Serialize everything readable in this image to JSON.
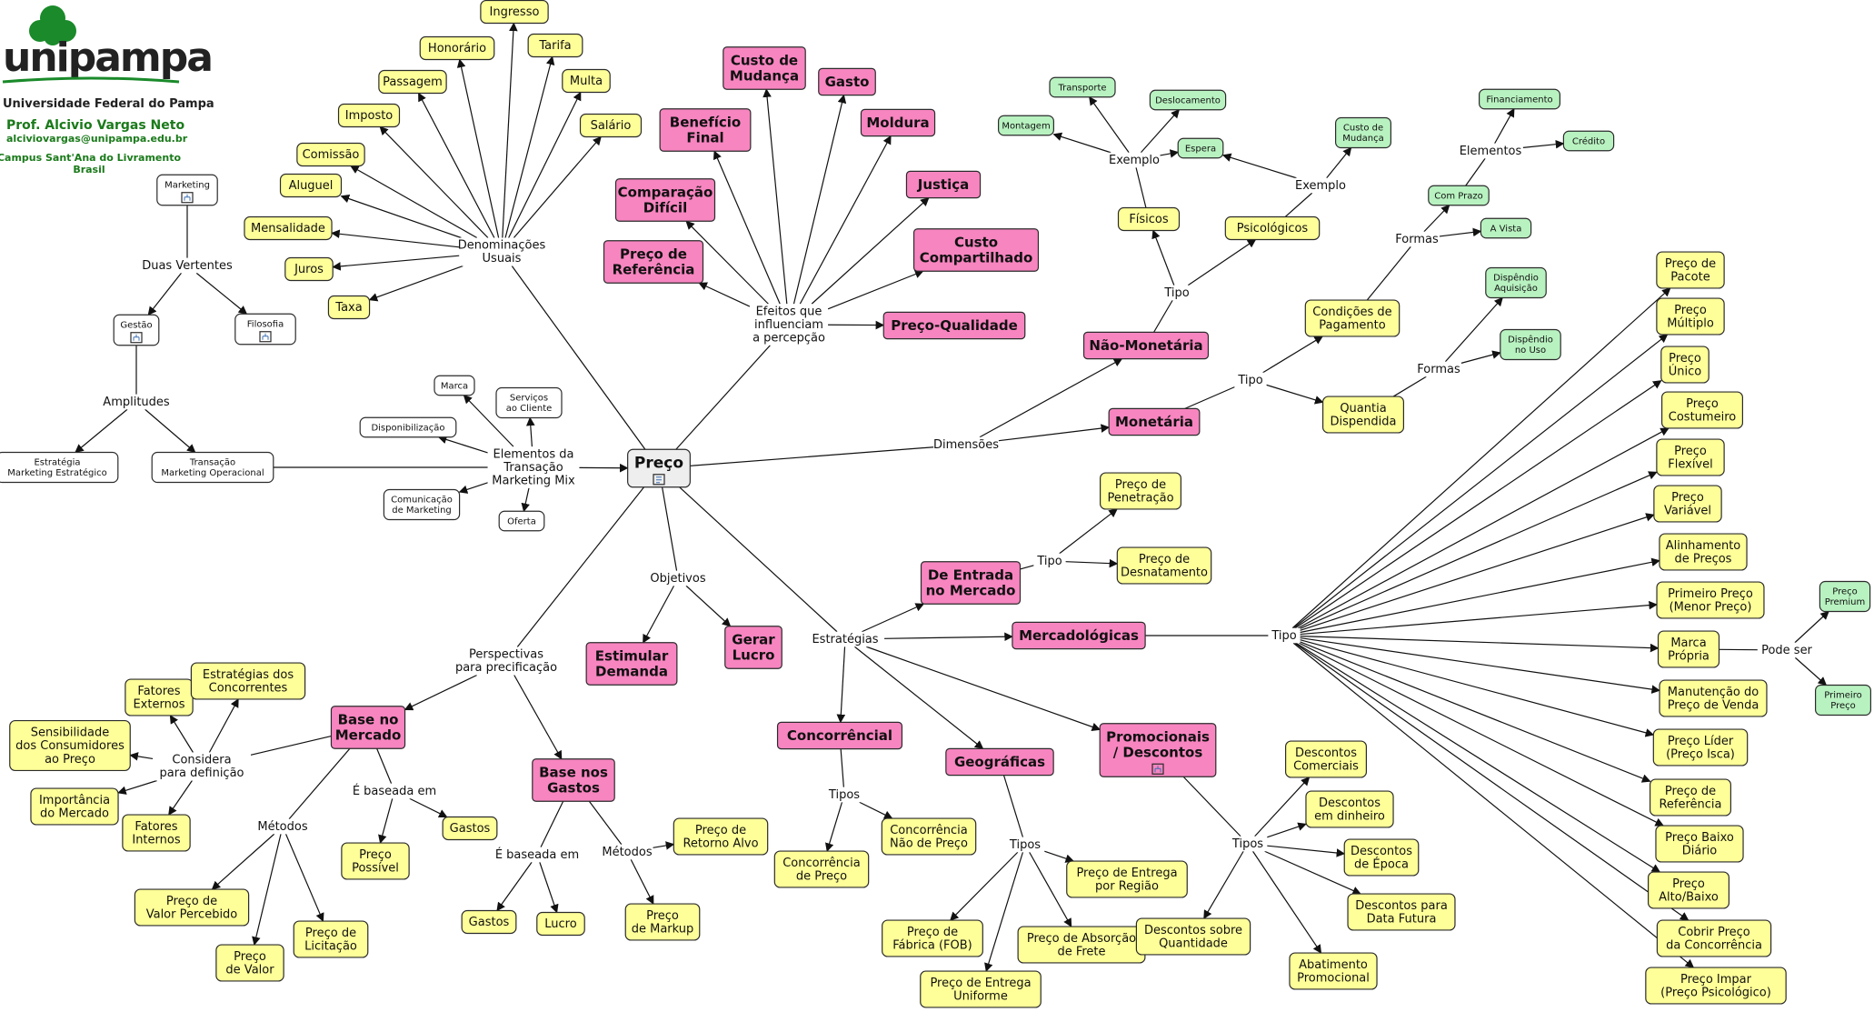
{
  "header": {
    "logo_text": "unipampa",
    "university": "Universidade Federal do Pampa",
    "professor": "Prof. Alcivio Vargas Neto",
    "email": "alciviovargas@unipampa.edu.br",
    "campus_line1": "Campus Sant'Ana do Livramento",
    "campus_line2": "Brasil"
  },
  "colors": {
    "yellow": "#ffff99",
    "pink": "#f785c0",
    "green": "#b8f2c0",
    "root_text": "#e8901a",
    "institution": "#1a7a1a"
  },
  "concepts": [
    {
      "id": "preco",
      "text": "Preço",
      "style": "root"
    },
    {
      "id": "ingresso",
      "text": "Ingresso",
      "style": "yellow"
    },
    {
      "id": "honorario",
      "text": "Honorário",
      "style": "yellow"
    },
    {
      "id": "tarifa",
      "text": "Tarifa",
      "style": "yellow"
    },
    {
      "id": "passagem",
      "text": "Passagem",
      "style": "yellow"
    },
    {
      "id": "multa",
      "text": "Multa",
      "style": "yellow"
    },
    {
      "id": "imposto",
      "text": "Imposto",
      "style": "yellow"
    },
    {
      "id": "salario",
      "text": "Salário",
      "style": "yellow"
    },
    {
      "id": "comissao",
      "text": "Comissão",
      "style": "yellow"
    },
    {
      "id": "aluguel",
      "text": "Aluguel",
      "style": "yellow"
    },
    {
      "id": "mensalidade",
      "text": "Mensalidade",
      "style": "yellow"
    },
    {
      "id": "juros",
      "text": "Juros",
      "style": "yellow"
    },
    {
      "id": "taxa",
      "text": "Taxa",
      "style": "yellow"
    },
    {
      "id": "custo_mudanca",
      "text": "Custo de\nMudança",
      "style": "pink"
    },
    {
      "id": "gasto_p",
      "text": "Gasto",
      "style": "pink"
    },
    {
      "id": "beneficio",
      "text": "Benefício\nFinal",
      "style": "pink"
    },
    {
      "id": "moldura",
      "text": "Moldura",
      "style": "pink"
    },
    {
      "id": "justica",
      "text": "Justiça",
      "style": "pink"
    },
    {
      "id": "comparacao",
      "text": "Comparação\nDifícil",
      "style": "pink"
    },
    {
      "id": "custo_comp",
      "text": "Custo\nCompartilhado",
      "style": "pink"
    },
    {
      "id": "preco_ref_p",
      "text": "Preço de\nReferência",
      "style": "pink"
    },
    {
      "id": "preco_qual",
      "text": "Preço-Qualidade",
      "style": "pink"
    },
    {
      "id": "marketing",
      "text": "Marketing",
      "style": "white"
    },
    {
      "id": "gestao",
      "text": "Gestão",
      "style": "white"
    },
    {
      "id": "filosofia",
      "text": "Filosofia",
      "style": "white"
    },
    {
      "id": "estrategia",
      "text": "Estratégia\nMarketing Estratégico",
      "style": "white"
    },
    {
      "id": "transacao",
      "text": "Transação\nMarketing Operacional",
      "style": "white"
    },
    {
      "id": "marca",
      "text": "Marca",
      "style": "white"
    },
    {
      "id": "servicos",
      "text": "Serviços\nao Cliente",
      "style": "white"
    },
    {
      "id": "disponib",
      "text": "Disponibilização",
      "style": "white"
    },
    {
      "id": "comunicacao",
      "text": "Comunicação\nde Marketing",
      "style": "white"
    },
    {
      "id": "oferta",
      "text": "Oferta",
      "style": "white"
    },
    {
      "id": "transporte",
      "text": "Transporte",
      "style": "green"
    },
    {
      "id": "deslocamento",
      "text": "Deslocamento",
      "style": "green"
    },
    {
      "id": "montagem",
      "text": "Montagem",
      "style": "green"
    },
    {
      "id": "espera",
      "text": "Espera",
      "style": "green"
    },
    {
      "id": "custo_mud_g",
      "text": "Custo de\nMudança",
      "style": "green"
    },
    {
      "id": "fisicos",
      "text": "Físicos",
      "style": "yellow"
    },
    {
      "id": "psicologicos",
      "text": "Psicológicos",
      "style": "yellow"
    },
    {
      "id": "nao_monetaria",
      "text": "Não-Monetária",
      "style": "pink"
    },
    {
      "id": "monetaria",
      "text": "Monetária",
      "style": "pink"
    },
    {
      "id": "financiamento",
      "text": "Financiamento",
      "style": "green"
    },
    {
      "id": "credito",
      "text": "Crédito",
      "style": "green"
    },
    {
      "id": "com_prazo",
      "text": "Com Prazo",
      "style": "green"
    },
    {
      "id": "a_vista",
      "text": "A Vista",
      "style": "green"
    },
    {
      "id": "condicoes",
      "text": "Condições de\nPagamento",
      "style": "yellow"
    },
    {
      "id": "disp_aquis",
      "text": "Dispêndio\nAquisição",
      "style": "green"
    },
    {
      "id": "disp_uso",
      "text": "Dispêndio\nno Uso",
      "style": "green"
    },
    {
      "id": "quantia",
      "text": "Quantia\nDispendida",
      "style": "yellow"
    },
    {
      "id": "penetracao",
      "text": "Preço de\nPenetração",
      "style": "yellow"
    },
    {
      "id": "desnatamento",
      "text": "Preço de\nDesnatamento",
      "style": "yellow"
    },
    {
      "id": "entrada",
      "text": "De Entrada\nno Mercado",
      "style": "pink"
    },
    {
      "id": "mercadologicas",
      "text": "Mercadológicas",
      "style": "pink"
    },
    {
      "id": "concorrencial",
      "text": "Concorrêncial",
      "style": "pink"
    },
    {
      "id": "geograficas",
      "text": "Geográficas",
      "style": "pink"
    },
    {
      "id": "promocionais",
      "text": "Promocionais\n/  Descontos",
      "style": "pink"
    },
    {
      "id": "estimular",
      "text": "Estimular\nDemanda",
      "style": "pink"
    },
    {
      "id": "gerar_lucro",
      "text": "Gerar\nLucro",
      "style": "pink"
    },
    {
      "id": "base_mercado",
      "text": "Base no\nMercado",
      "style": "pink"
    },
    {
      "id": "base_gastos",
      "text": "Base nos\nGastos",
      "style": "pink"
    },
    {
      "id": "fatores_ext",
      "text": "Fatores\nExternos",
      "style": "yellow"
    },
    {
      "id": "estr_conc",
      "text": "Estratégias dos\nConcorrentes",
      "style": "yellow"
    },
    {
      "id": "sensibilidade",
      "text": "Sensibilidade\ndos Consumidores\nao Preço",
      "style": "yellow"
    },
    {
      "id": "importancia",
      "text": "Importância\ndo Mercado",
      "style": "yellow"
    },
    {
      "id": "fatores_int",
      "text": "Fatores\nInternos",
      "style": "yellow"
    },
    {
      "id": "preco_possivel",
      "text": "Preço\nPossível",
      "style": "yellow"
    },
    {
      "id": "gastos_m",
      "text": "Gastos",
      "style": "yellow"
    },
    {
      "id": "valor_perc",
      "text": "Preço de\nValor Percebido",
      "style": "yellow"
    },
    {
      "id": "preco_valor",
      "text": "Preço\nde Valor",
      "style": "yellow"
    },
    {
      "id": "licitacao",
      "text": "Preço de\nLicitação",
      "style": "yellow"
    },
    {
      "id": "retorno_alvo",
      "text": "Preço de\nRetorno Alvo",
      "style": "yellow"
    },
    {
      "id": "markup",
      "text": "Preço\nde Markup",
      "style": "yellow"
    },
    {
      "id": "gastos_g",
      "text": "Gastos",
      "style": "yellow"
    },
    {
      "id": "lucro",
      "text": "Lucro",
      "style": "yellow"
    },
    {
      "id": "conc_preco",
      "text": "Concorrência\nde Preço",
      "style": "yellow"
    },
    {
      "id": "conc_nao",
      "text": "Concorrência\nNão de Preço",
      "style": "yellow"
    },
    {
      "id": "entrega_regiao",
      "text": "Preço de Entrega\npor Região",
      "style": "yellow"
    },
    {
      "id": "fabrica",
      "text": "Preço de\nFábrica (FOB)",
      "style": "yellow"
    },
    {
      "id": "absorcao",
      "text": "Preço de Absorção\nde Frete",
      "style": "yellow"
    },
    {
      "id": "uniforme",
      "text": "Preço de Entrega\nUniforme",
      "style": "yellow"
    },
    {
      "id": "desc_comerciais",
      "text": "Descontos\nComerciais",
      "style": "yellow"
    },
    {
      "id": "desc_dinheiro",
      "text": "Descontos\nem dinheiro",
      "style": "yellow"
    },
    {
      "id": "desc_epoca",
      "text": "Descontos\nde Época",
      "style": "yellow"
    },
    {
      "id": "desc_futura",
      "text": "Descontos para\nData Futura",
      "style": "yellow"
    },
    {
      "id": "desc_quant",
      "text": "Descontos sobre\nQuantidade",
      "style": "yellow"
    },
    {
      "id": "abatimento",
      "text": "Abatimento\nPromocional",
      "style": "yellow"
    },
    {
      "id": "t_pacote",
      "text": "Preço de\nPacote",
      "style": "yellow"
    },
    {
      "id": "t_multiplo",
      "text": "Preço\nMúltiplo",
      "style": "yellow"
    },
    {
      "id": "t_unico",
      "text": "Preço\nÚnico",
      "style": "yellow"
    },
    {
      "id": "t_costumeiro",
      "text": "Preço\nCostumeiro",
      "style": "yellow"
    },
    {
      "id": "t_flexivel",
      "text": "Preço\nFlexível",
      "style": "yellow"
    },
    {
      "id": "t_variavel",
      "text": "Preço\nVariável",
      "style": "yellow"
    },
    {
      "id": "t_alinhamento",
      "text": "Alinhamento\nde Preços",
      "style": "yellow"
    },
    {
      "id": "t_primeiro",
      "text": "Primeiro Preço\n(Menor Preço)",
      "style": "yellow"
    },
    {
      "id": "t_marca",
      "text": "Marca\nPrópria",
      "style": "yellow"
    },
    {
      "id": "t_manutencao",
      "text": "Manutenção do\nPreço de Venda",
      "style": "yellow"
    },
    {
      "id": "t_lider",
      "text": "Preço Líder\n(Preço Isca)",
      "style": "yellow"
    },
    {
      "id": "t_referencia",
      "text": "Preço de\nReferência",
      "style": "yellow"
    },
    {
      "id": "t_baixo",
      "text": "Preço Baixo\nDiário",
      "style": "yellow"
    },
    {
      "id": "t_altobaixo",
      "text": "Preço\nAlto/Baixo",
      "style": "yellow"
    },
    {
      "id": "t_cobrir",
      "text": "Cobrir Preço\nda Concorrência",
      "style": "yellow"
    },
    {
      "id": "t_impar",
      "text": "Preço Impar\n(Preço Psicológico)",
      "style": "yellow"
    },
    {
      "id": "premium",
      "text": "Preço\nPremium",
      "style": "green"
    },
    {
      "id": "primeiro_g",
      "text": "Primeiro\nPreço",
      "style": "green"
    }
  ],
  "links": [
    {
      "id": "l_denominacoes",
      "text": "Denominações\nUsuais"
    },
    {
      "id": "l_efeitos",
      "text": "Efeitos que\ninfluenciam\na percepção"
    },
    {
      "id": "l_duas",
      "text": "Duas Vertentes"
    },
    {
      "id": "l_amplitudes",
      "text": "Amplitudes"
    },
    {
      "id": "l_elementos",
      "text": "Elementos da\nTransação\nMarketing Mix"
    },
    {
      "id": "l_dimensoes",
      "text": "Dimensões"
    },
    {
      "id": "l_tipo_nm",
      "text": "Tipo"
    },
    {
      "id": "l_exemplo1",
      "text": "Exemplo"
    },
    {
      "id": "l_exemplo2",
      "text": "Exemplo"
    },
    {
      "id": "l_tipo_m",
      "text": "Tipo"
    },
    {
      "id": "l_formas1",
      "text": "Formas"
    },
    {
      "id": "l_elementos2",
      "text": "Elementos"
    },
    {
      "id": "l_formas2",
      "text": "Formas"
    },
    {
      "id": "l_objetivos",
      "text": "Objetivos"
    },
    {
      "id": "l_estrategias",
      "text": "Estratégias"
    },
    {
      "id": "l_tipo_ent",
      "text": "Tipo"
    },
    {
      "id": "l_tipo_merc",
      "text": "Tipo"
    },
    {
      "id": "l_pode_ser",
      "text": "Pode ser"
    },
    {
      "id": "l_tipos_conc",
      "text": "Tipos"
    },
    {
      "id": "l_tipos_geo",
      "text": "Tipos"
    },
    {
      "id": "l_tipos_prom",
      "text": "Tipos"
    },
    {
      "id": "l_perspectivas",
      "text": "Perspectivas\npara precificação"
    },
    {
      "id": "l_considera",
      "text": "Considera\npara definição"
    },
    {
      "id": "l_baseada1",
      "text": "É baseada em"
    },
    {
      "id": "l_metodos1",
      "text": "Métodos"
    },
    {
      "id": "l_baseada2",
      "text": "É baseada em"
    },
    {
      "id": "l_metodos2",
      "text": "Métodos"
    }
  ]
}
